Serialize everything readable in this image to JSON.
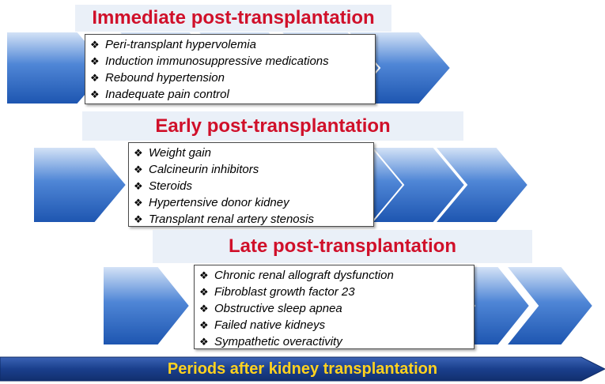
{
  "colors": {
    "heading_red": "#d0102a",
    "chevron_blue": "#1f5fbf",
    "band_bg": "#eaf0f8",
    "timeline_blue": "#1a3f8c",
    "timeline_text": "#ffd21f"
  },
  "bullet_icon": "❖",
  "periods": [
    {
      "title": "Immediate post-transplantation",
      "factors": [
        "Peri-transplant hypervolemia",
        "Induction immunosuppressive medications",
        "Rebound hypertension",
        "Inadequate pain control"
      ]
    },
    {
      "title": "Early post-transplantation",
      "factors": [
        "Weight gain",
        "Calcineurin inhibitors",
        "Steroids",
        "Hypertensive donor kidney",
        "Transplant renal artery stenosis"
      ]
    },
    {
      "title": "Late post-transplantation",
      "factors": [
        "Chronic renal allograft dysfunction",
        "Fibroblast growth factor 23",
        "Obstructive sleep apnea",
        "Failed native kidneys",
        "Sympathetic overactivity"
      ]
    }
  ],
  "timeline": {
    "label": "Periods after kidney transplantation"
  }
}
